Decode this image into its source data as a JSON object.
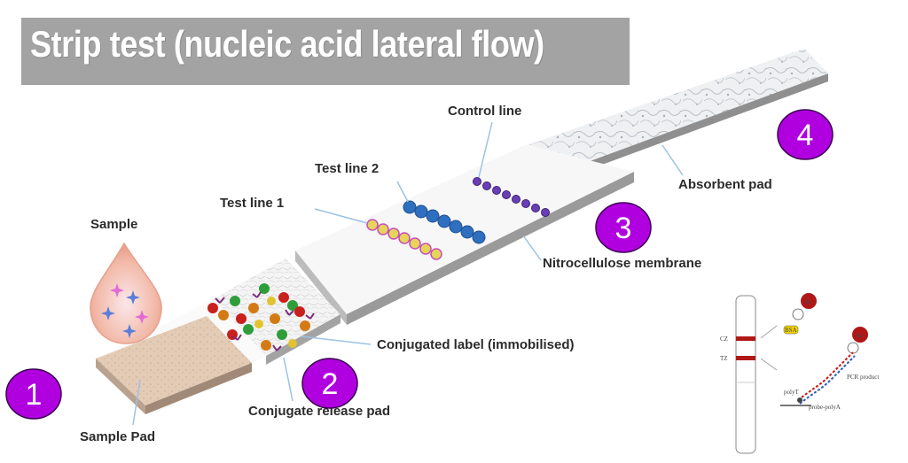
{
  "title": "Strip test  (nucleic acid lateral flow)",
  "labels": {
    "sample": "Sample",
    "sample_pad": "Sample Pad",
    "conjugate_release_pad": "Conjugate release pad",
    "conjugated_label": "Conjugated label (immobilised)",
    "test_line_1": "Test line 1",
    "test_line_2": "Test line 2",
    "control_line": "Control line",
    "nitrocellulose_membrane": "Nitrocellulose membrane",
    "absorbent_pad": "Absorbent pad"
  },
  "step_numbers": [
    "1",
    "2",
    "3",
    "4"
  ],
  "inset": {
    "cz": "CZ",
    "tz": "TZ",
    "au": "Au",
    "pcr_product": "PCR product",
    "poly_t": "polyT",
    "probe_poly_a": "probe-polyA",
    "bsa": "BSA"
  },
  "colors": {
    "badge": "#b000e0",
    "leader": "#9cc2e4",
    "test_line_1": "#e7d45a",
    "test_line_2": "#2f6fbf",
    "control_line": "#6a3fb5",
    "gold": "#b01818"
  }
}
